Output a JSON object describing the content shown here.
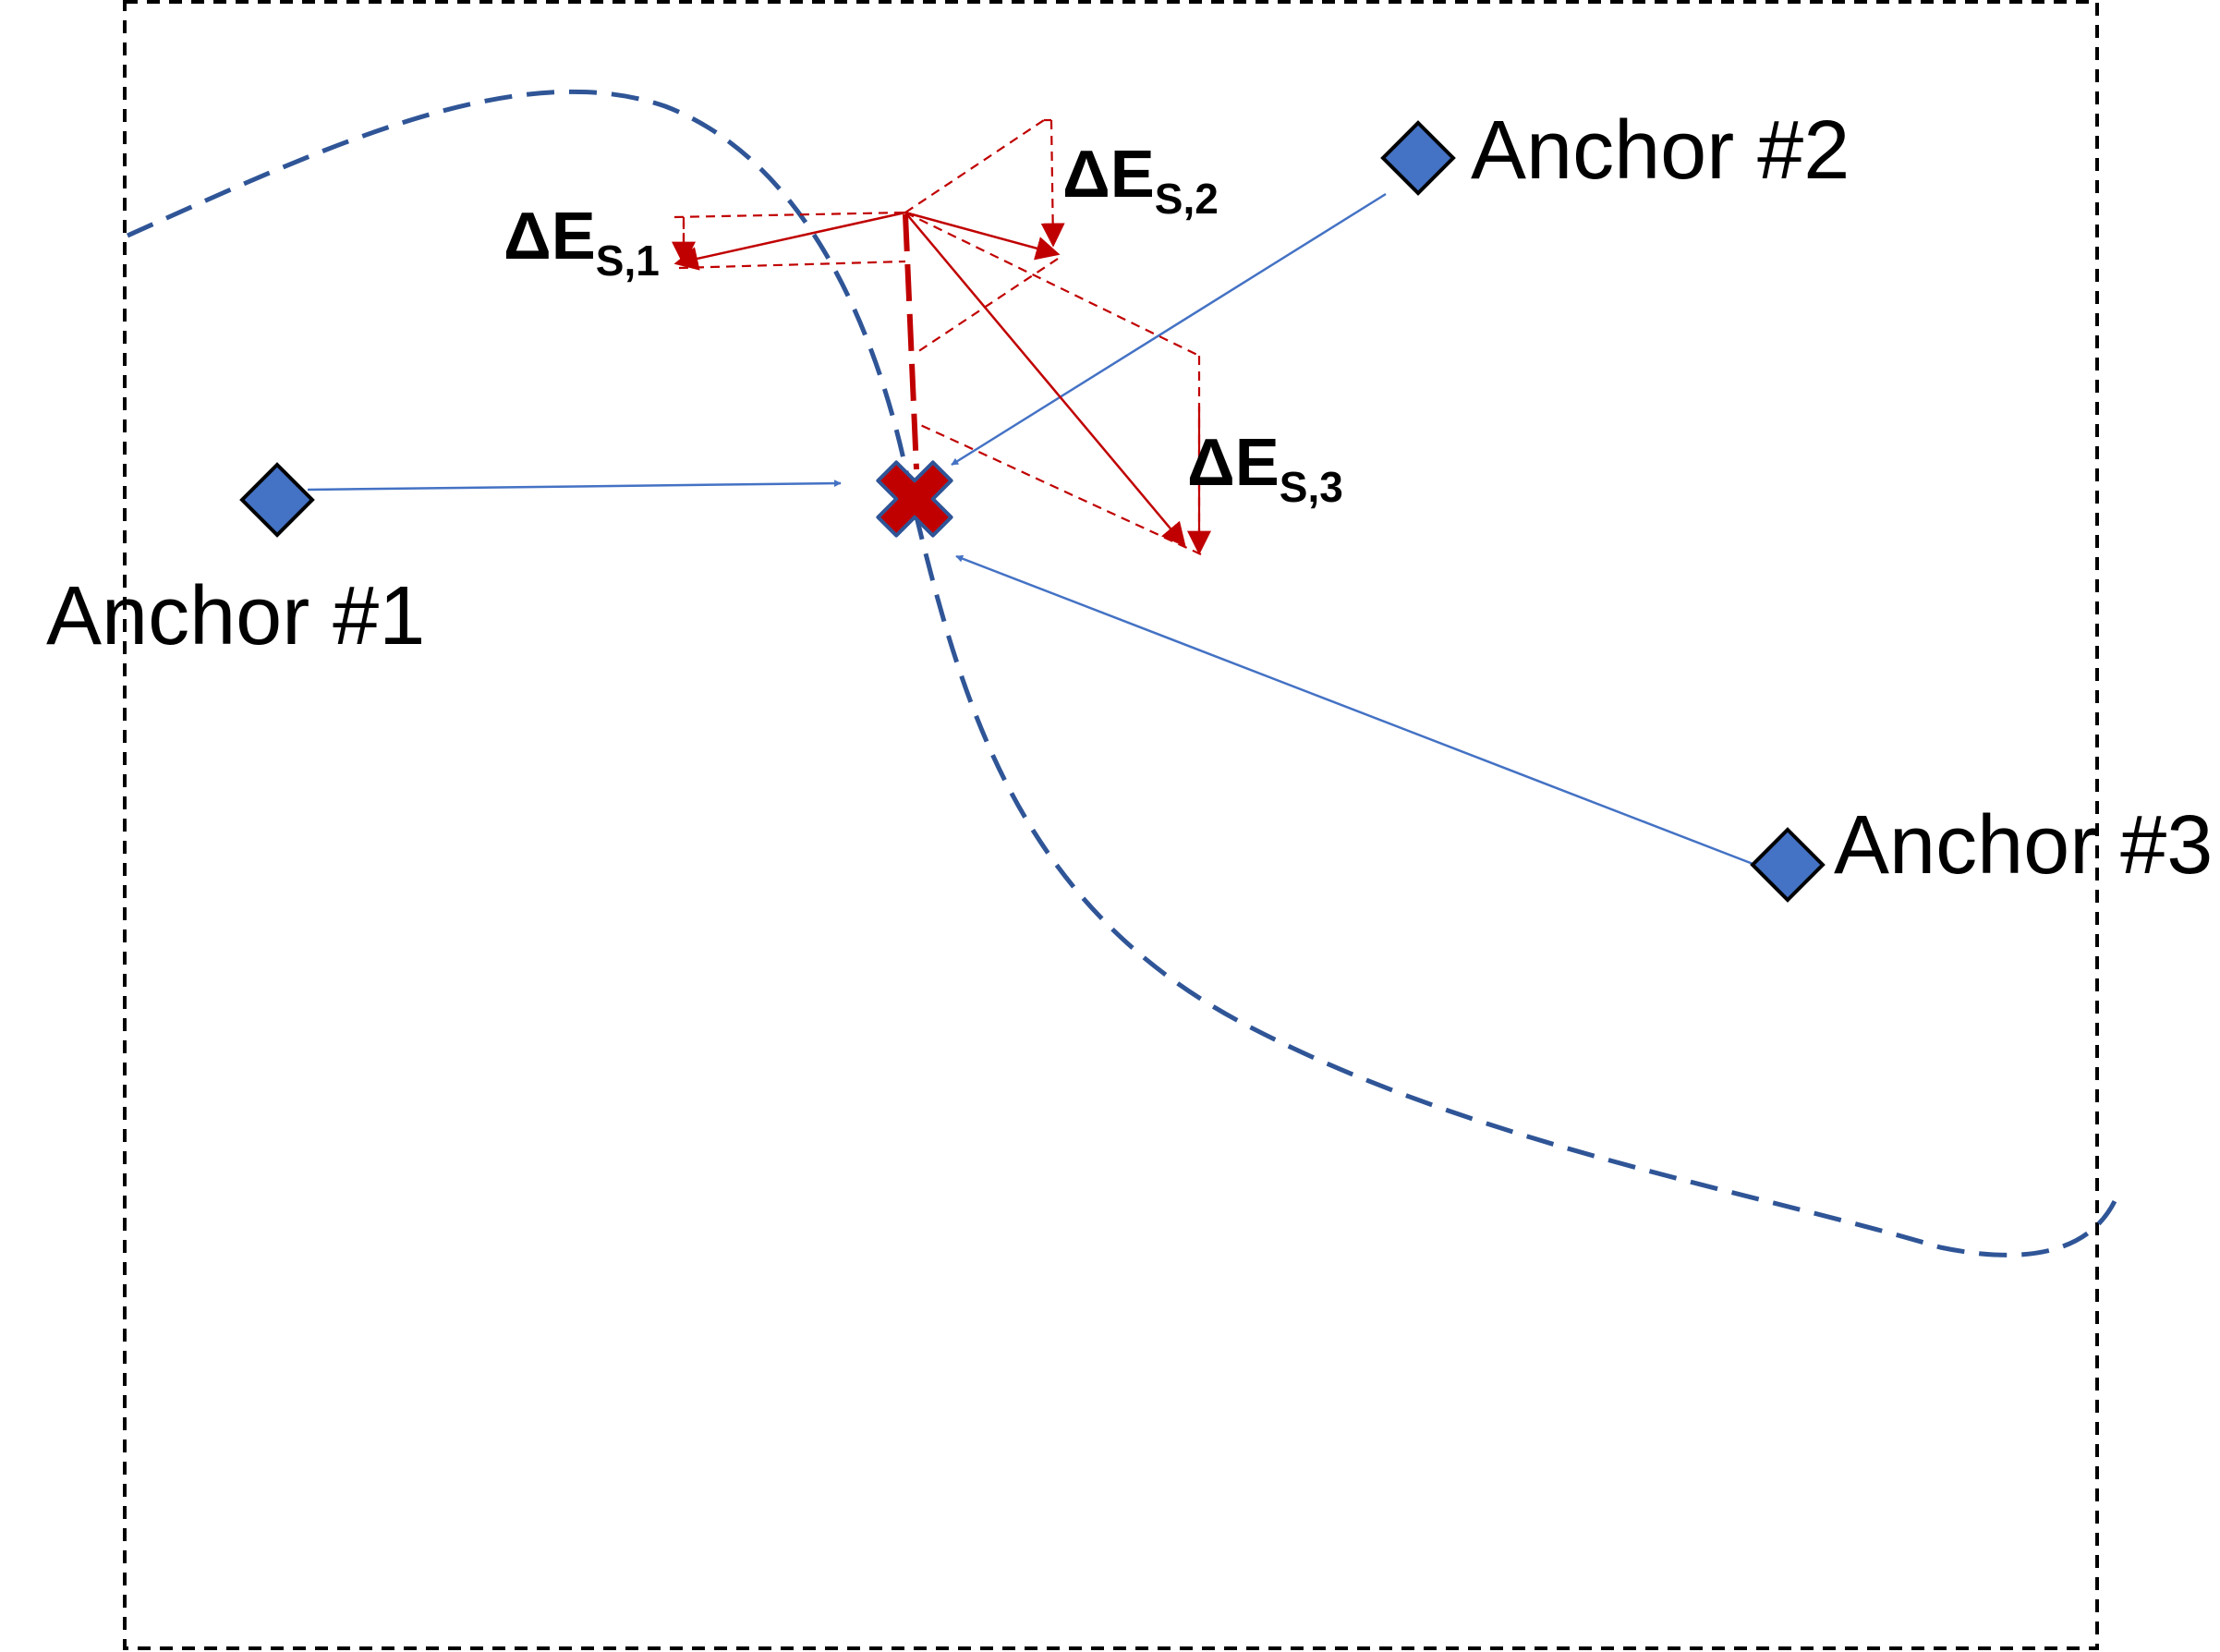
{
  "colors": {
    "anchor_fill": "#4472C4",
    "anchor_stroke": "#000000",
    "anchor_line": "#4472C4",
    "trajectory": "#2F5597",
    "target_fill": "#C00000",
    "target_stroke": "#2F5597",
    "error_vector": "#C00000",
    "frame": "#000000"
  },
  "anchors": [
    {
      "label": "Anchor #1"
    },
    {
      "label": "Anchor #2"
    },
    {
      "label": "Anchor #3"
    }
  ],
  "errors": [
    {
      "symbol": "ΔE",
      "subscript": "S,1"
    },
    {
      "symbol": "ΔE",
      "subscript": "S,2"
    },
    {
      "symbol": "ΔE",
      "subscript": "S,3"
    }
  ],
  "icons": {
    "anchor": "diamond-icon",
    "target": "cross-icon"
  }
}
